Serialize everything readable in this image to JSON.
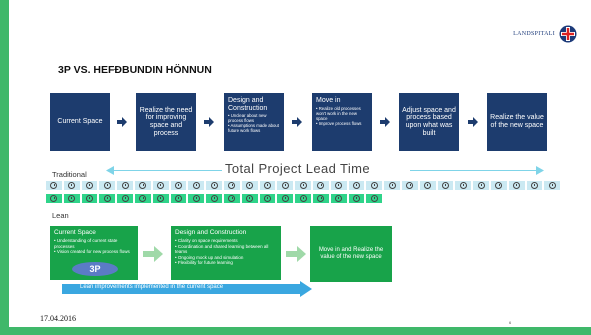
{
  "logo": {
    "text": "LANDSPITALI"
  },
  "title": "3P VS. HEFÐBUNDIN HÖNNUN",
  "traditional": {
    "label": "Traditional",
    "steps": [
      {
        "text": "Current Space"
      },
      {
        "text": "Realize the need for improving space and process"
      },
      {
        "title": "Design and Construction",
        "bullets": [
          "Unclear about new process flows",
          "Assumptions made about future work flows"
        ]
      },
      {
        "title": "Move in",
        "bullets": [
          "Realize old processes won't work in the new space",
          "Improve process flows"
        ]
      },
      {
        "text": "Adjust space and process based upon what was built"
      },
      {
        "text": "Realize the value of the new space"
      }
    ]
  },
  "timeline": {
    "label": "Total Project Lead Time",
    "row1_cells": 29,
    "row2_cells": 19
  },
  "lean": {
    "label": "Lean",
    "box1": {
      "title": "Current Space",
      "bullets": [
        "Understanding of current state processes",
        "Vision created for new process flows"
      ]
    },
    "badge": "3P",
    "box2": {
      "title": "Design and Construction",
      "bullets": [
        "Clarity on space requirements",
        "Coordination and shared learning between all teams",
        "Ongoing mock up and simulation",
        "Flexibility for future learning"
      ]
    },
    "box3": {
      "text": "Move in and Realize the value of the new space"
    },
    "improvement_arrow": "Lean improvements implemented in the current space"
  },
  "footer": {
    "date": "17.04.2016",
    "page": "6"
  },
  "colors": {
    "navy": "#1d3c6e",
    "green": "#18a34a",
    "light_blue": "#cbe9f2",
    "bright_green": "#2fd48a",
    "accent_blue": "#5b7bc6"
  }
}
